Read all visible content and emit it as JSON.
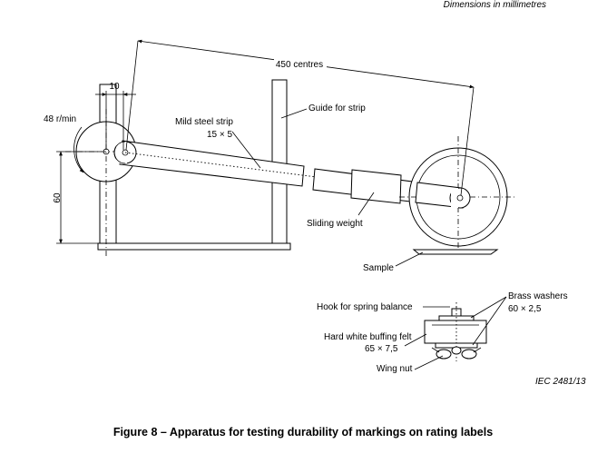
{
  "header": {
    "dimensions_note": "Dimensions in millimetres"
  },
  "labels": {
    "centres": "450 centres",
    "dim_10": "10",
    "dim_60": "60",
    "speed": "48 r/min",
    "guide": "Guide for strip",
    "strip_name": "Mild steel strip",
    "strip_size": "15 × 5",
    "sliding_weight": "Sliding weight",
    "sample": "Sample",
    "hook": "Hook for spring balance",
    "washers_name": "Brass washers",
    "washers_size": "60 × 2,5",
    "felt_name": "Hard white buffing felt",
    "felt_size": "65 × 7,5",
    "wing_nut": "Wing nut",
    "ref": "IEC   2481/13"
  },
  "caption": "Figure 8 – Apparatus for testing durability of markings on rating labels"
}
